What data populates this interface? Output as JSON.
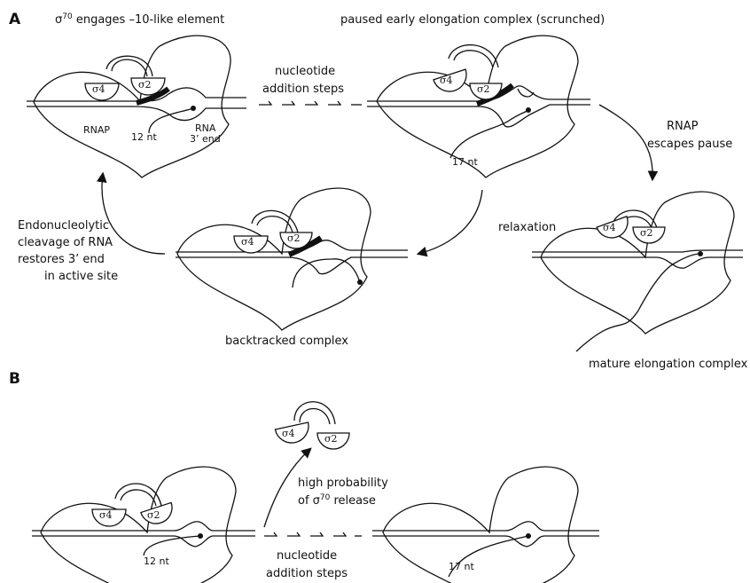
{
  "panels": {
    "a": "A",
    "b": "B"
  },
  "top_left": {
    "sigma": "σ",
    "sup": "70",
    "title_rest": " engages –10-like element",
    "rnap": "RNAP",
    "nt12": "12 nt",
    "rna": "RNA",
    "end3": "3’ end"
  },
  "top_middle": {
    "label_line1": "nucleotide",
    "label_line2": "addition steps"
  },
  "top_right": {
    "title": "paused early elongation complex (scrunched)",
    "nt17": "17 nt"
  },
  "escape": {
    "line1": "RNAP",
    "line2": "escapes pause"
  },
  "relaxation": "relaxation",
  "backtracked": "backtracked complex",
  "mature": "mature elongation complex",
  "cleavage": {
    "line1": "Endonucleolytic",
    "line2": "cleavage of RNA",
    "line3": "restores 3’ end",
    "line4": "in active site"
  },
  "panel_b": {
    "release_line1": "high probability",
    "release_line2_pre": "of σ",
    "release_sup": "70",
    "release_line2_post": " release",
    "nt12": "12 nt",
    "nt17": "17 nt",
    "steps_line1": "nucleotide",
    "steps_line2": "addition steps"
  },
  "sigma_domains": {
    "s4": "σ4",
    "s2": "σ2"
  },
  "colors": {
    "line": "#111111",
    "background": "#ffffff"
  }
}
